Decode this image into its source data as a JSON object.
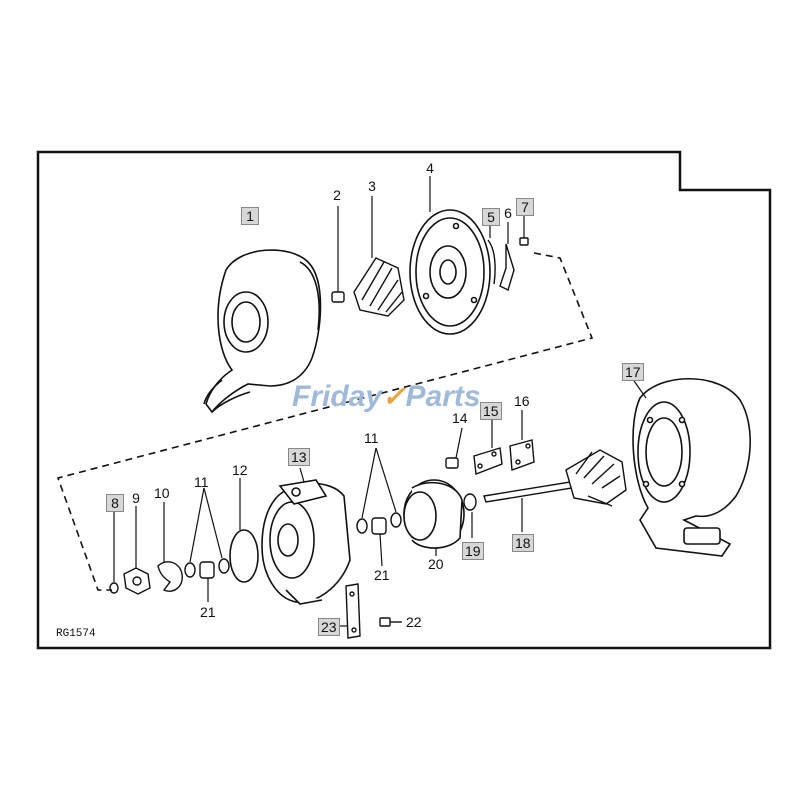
{
  "diagram": {
    "reference_code": "RG1574",
    "watermark": {
      "text_left": "Friday",
      "text_right": "Parts",
      "icon": "check-mark-icon",
      "colors": {
        "text": "#9fb9d8",
        "icon": "#f0a23a"
      }
    },
    "callouts": [
      {
        "id": "c1",
        "label": "1",
        "boxed": true
      },
      {
        "id": "c2",
        "label": "2",
        "boxed": false
      },
      {
        "id": "c3",
        "label": "3",
        "boxed": false
      },
      {
        "id": "c4",
        "label": "4",
        "boxed": false
      },
      {
        "id": "c5",
        "label": "5",
        "boxed": true
      },
      {
        "id": "c6",
        "label": "6",
        "boxed": false
      },
      {
        "id": "c7",
        "label": "7",
        "boxed": true
      },
      {
        "id": "c8",
        "label": "8",
        "boxed": true
      },
      {
        "id": "c9",
        "label": "9",
        "boxed": false
      },
      {
        "id": "c10",
        "label": "10",
        "boxed": false
      },
      {
        "id": "c11a",
        "label": "11",
        "boxed": false
      },
      {
        "id": "c11b",
        "label": "11",
        "boxed": false
      },
      {
        "id": "c12",
        "label": "12",
        "boxed": false
      },
      {
        "id": "c13",
        "label": "13",
        "boxed": true
      },
      {
        "id": "c14",
        "label": "14",
        "boxed": false
      },
      {
        "id": "c15",
        "label": "15",
        "boxed": true
      },
      {
        "id": "c16",
        "label": "16",
        "boxed": false
      },
      {
        "id": "c17",
        "label": "17",
        "boxed": true
      },
      {
        "id": "c18",
        "label": "18",
        "boxed": true
      },
      {
        "id": "c19",
        "label": "19",
        "boxed": true
      },
      {
        "id": "c20",
        "label": "20",
        "boxed": false
      },
      {
        "id": "c21a",
        "label": "21",
        "boxed": false
      },
      {
        "id": "c21b",
        "label": "21",
        "boxed": false
      },
      {
        "id": "c22",
        "label": "22",
        "boxed": false
      },
      {
        "id": "c23",
        "label": "23",
        "boxed": true
      }
    ]
  }
}
